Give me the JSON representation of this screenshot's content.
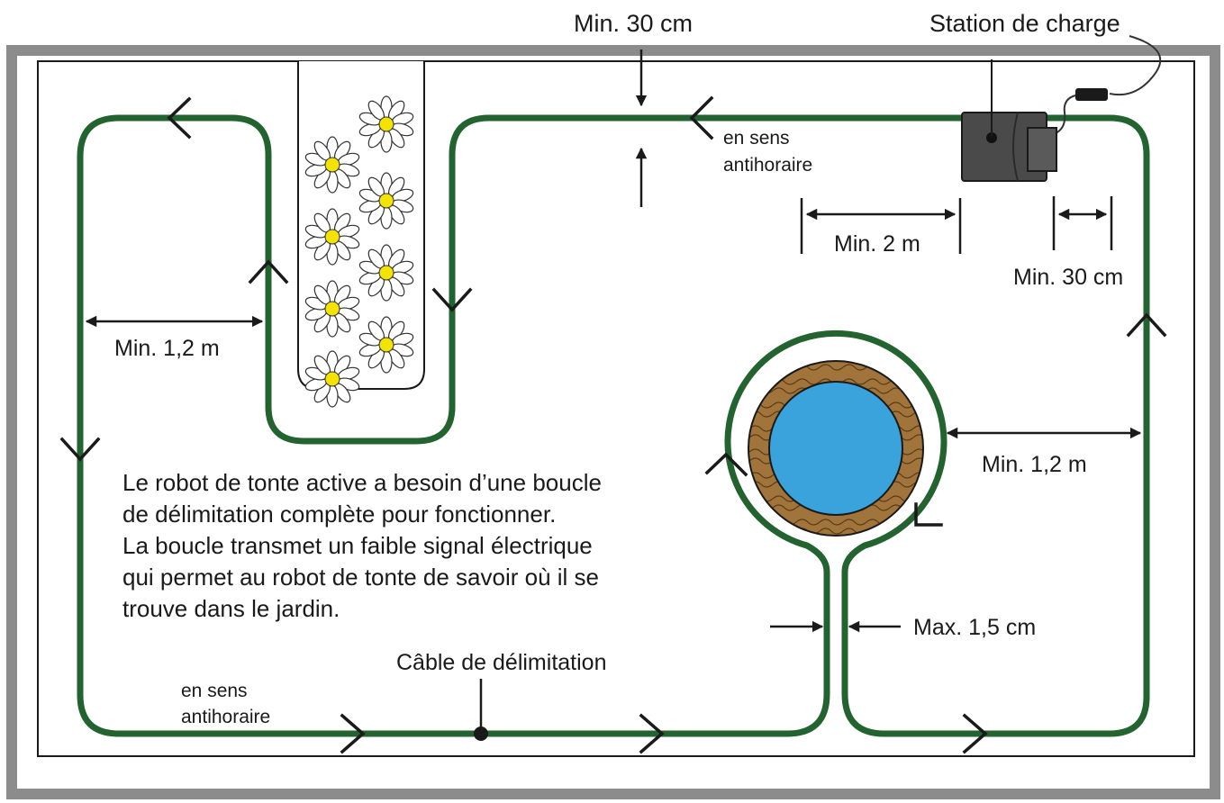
{
  "labels": {
    "top_clearance": "Min. 30 cm",
    "station": "Station de charge",
    "direction_top_1": "en sens",
    "direction_top_2": "antihoraire",
    "station_front": "Min. 2 m",
    "station_side": "Min. 30 cm",
    "bed_distance": "Min. 1,2 m",
    "pond_distance": "Min. 1,2 m",
    "gap": "Max. 1,5 cm",
    "wire": "Câble de délimitation",
    "direction_bottom_1": "en sens",
    "direction_bottom_2": "antihoraire"
  },
  "description": [
    "Le robot de tonte active a besoin d’une boucle",
    "de délimitation complète pour fonctionner.",
    "La boucle transmet un faible signal électrique",
    "qui permet au robot de tonte de savoir où il se",
    "trouve dans le jardin."
  ],
  "colors": {
    "wire": "#23632f",
    "pond_water": "#3aa3dc",
    "pond_rim": "#a0743a",
    "station": "#4a4a4a",
    "garden_border": "#8c8c8c",
    "flower_center": "#f4e200"
  }
}
